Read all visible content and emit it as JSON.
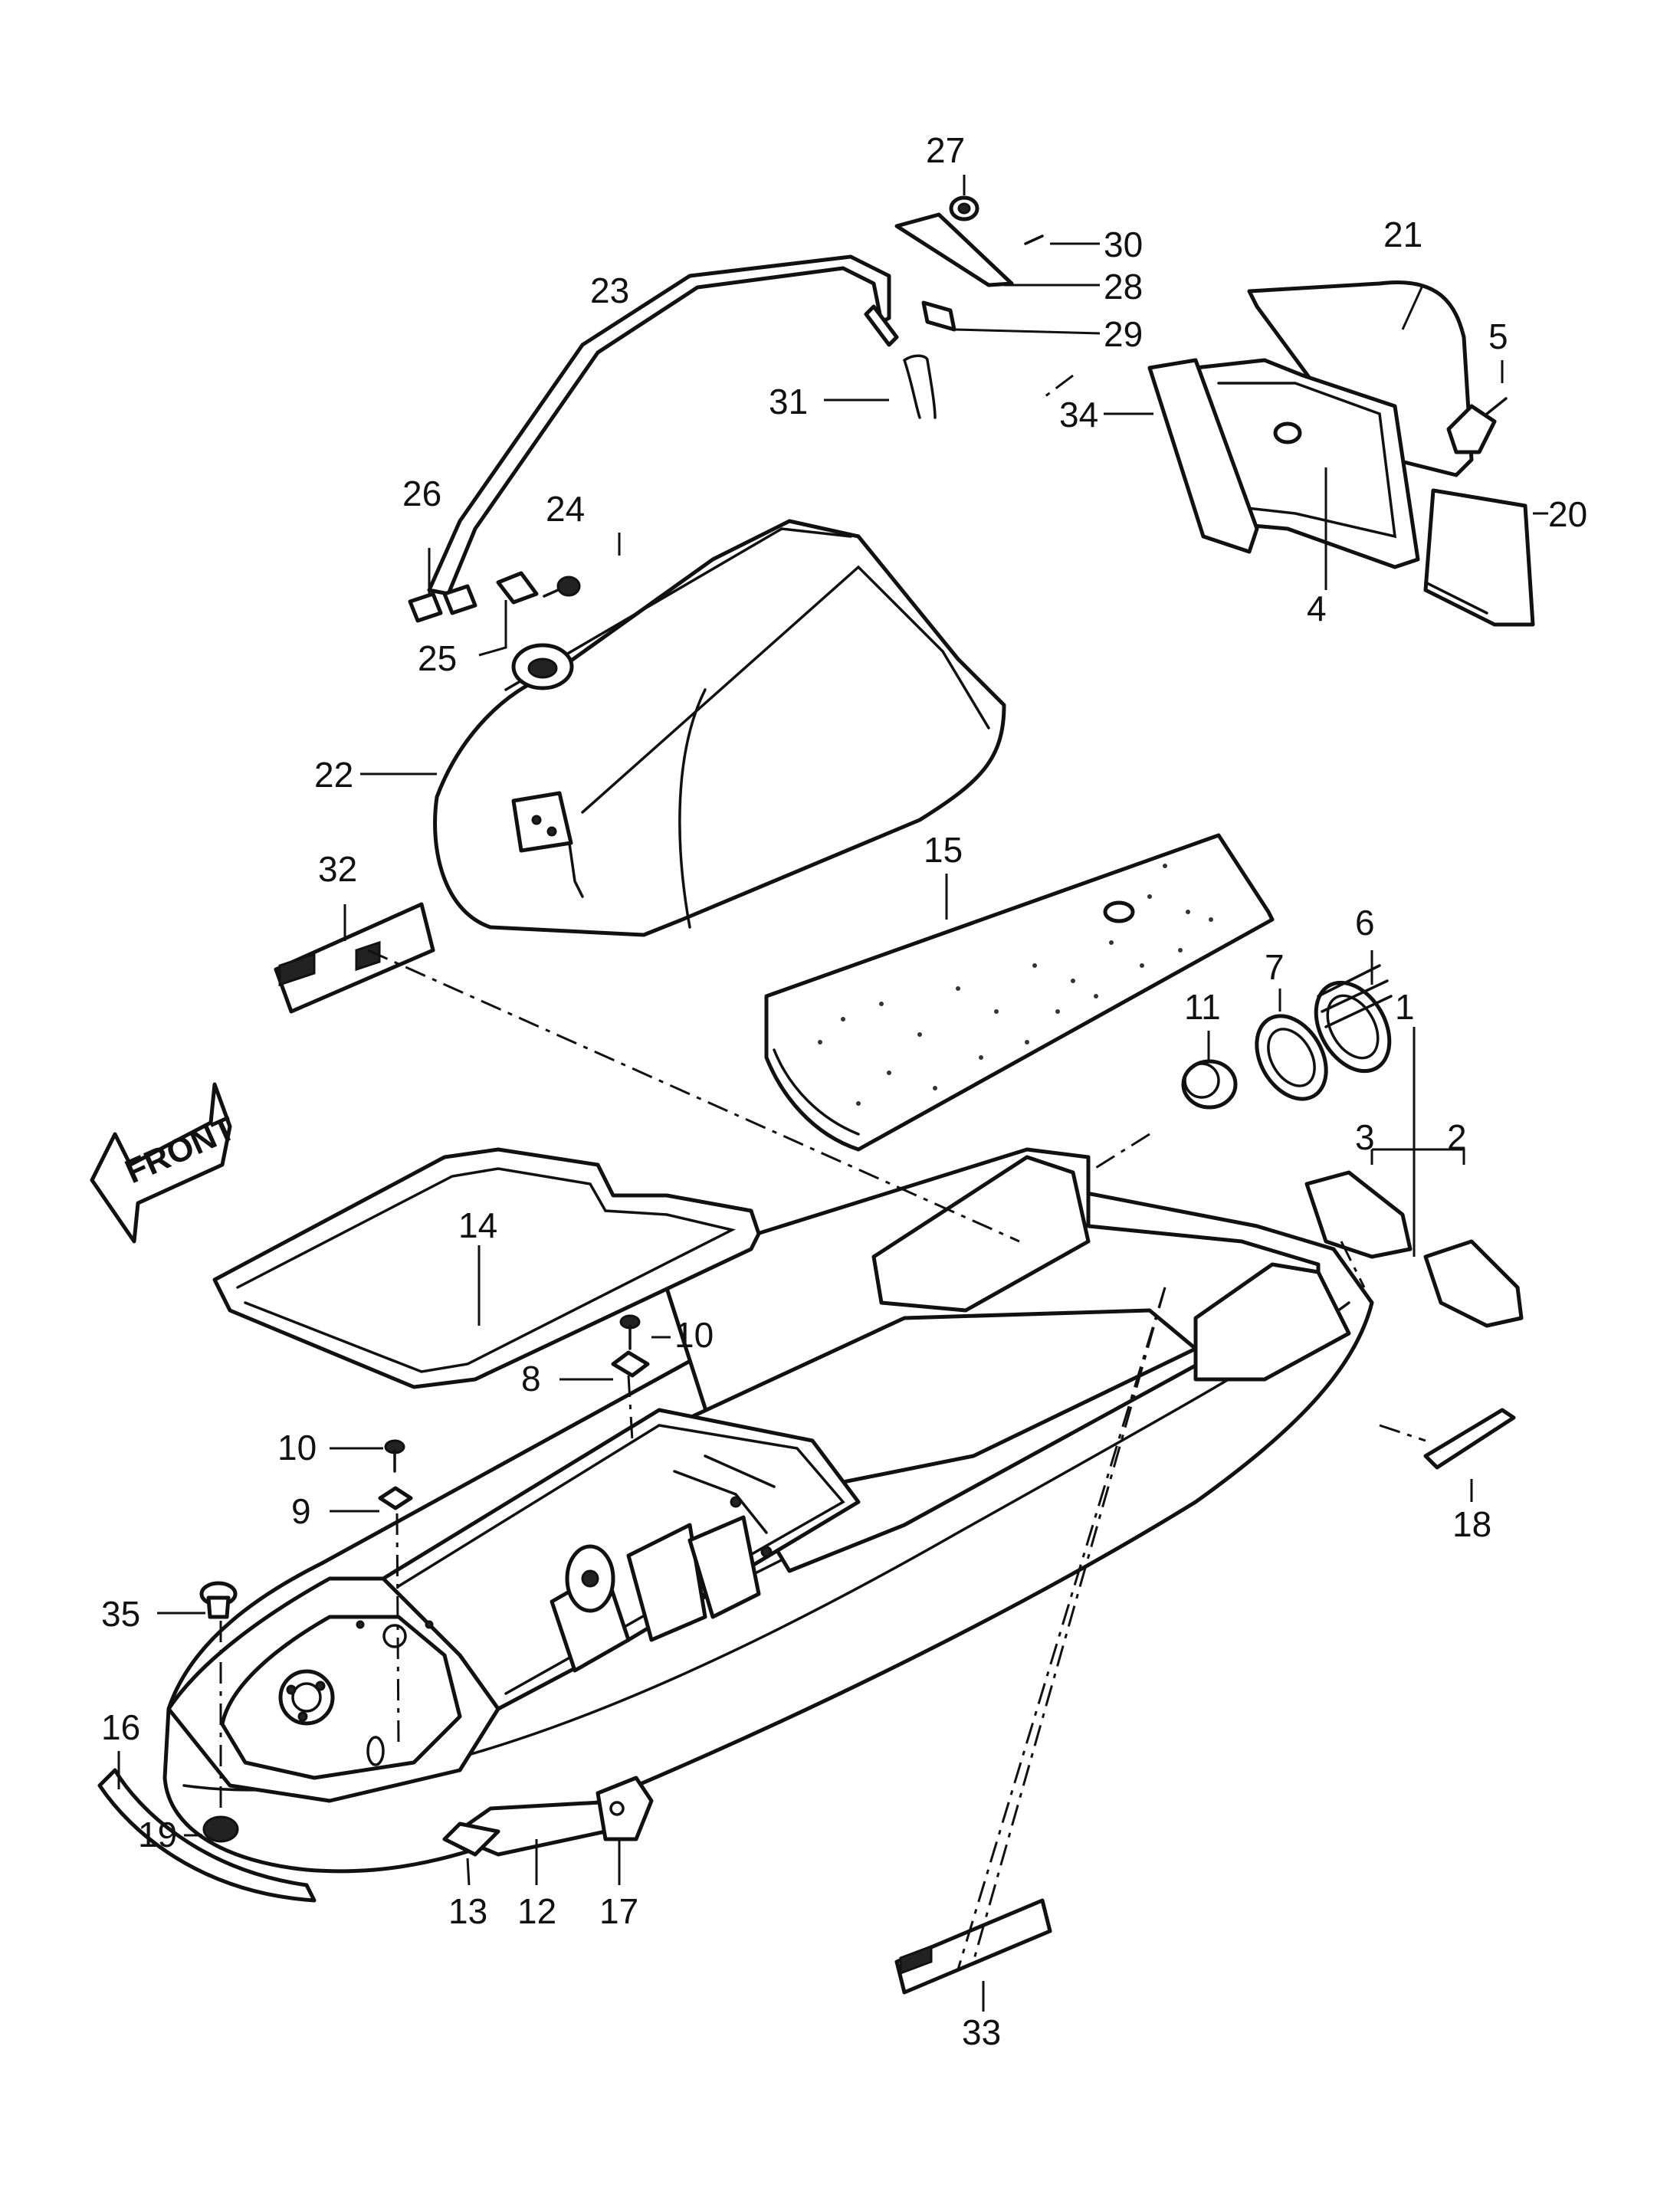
{
  "front_label": "FRONT",
  "callouts": [
    "1",
    "2",
    "3",
    "4",
    "5",
    "6",
    "7",
    "8",
    "9",
    "10",
    "10",
    "11",
    "12",
    "13",
    "14",
    "15",
    "16",
    "17",
    "18",
    "19",
    "20",
    "21",
    "22",
    "23",
    "24",
    "25",
    "26",
    "27",
    "28",
    "29",
    "30",
    "31",
    "32",
    "33",
    "34",
    "35"
  ]
}
